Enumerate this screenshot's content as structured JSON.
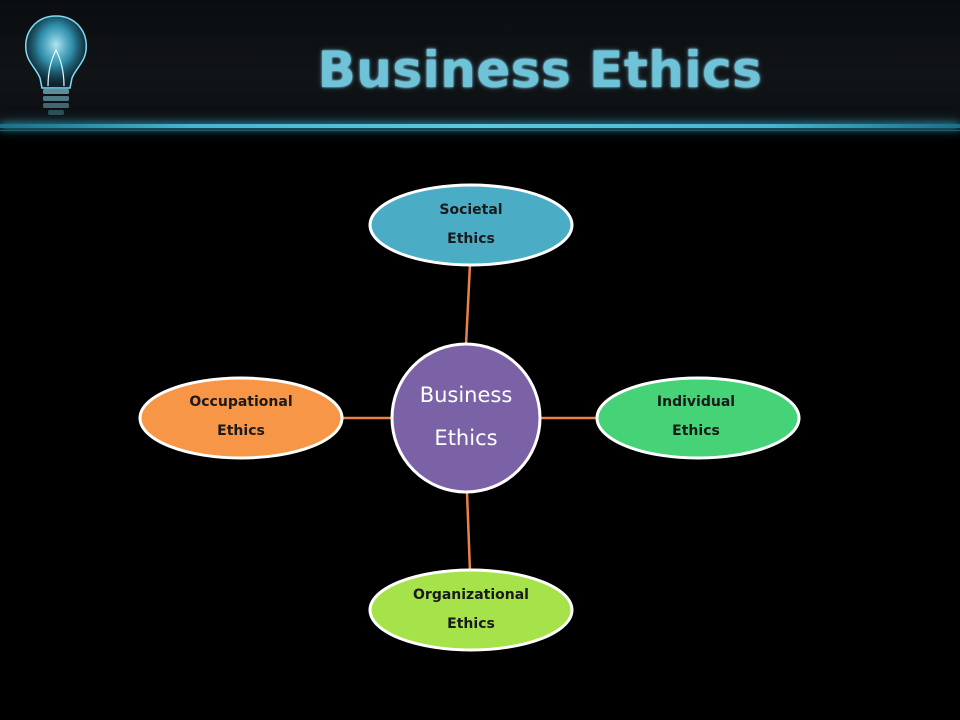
{
  "title": "Business Ethics",
  "diagram": {
    "center": {
      "line1": "Business",
      "line2": "Ethics",
      "fill": "#7b62a6"
    },
    "nodes": {
      "top": {
        "line1": "Societal",
        "line2": "Ethics",
        "fill": "#4bacc6"
      },
      "left": {
        "line1": "Occupational",
        "line2": "Ethics",
        "fill": "#f79646"
      },
      "right": {
        "line1": "Individual",
        "line2": "Ethics",
        "fill": "#46d377"
      },
      "bottom": {
        "line1": "Organizational",
        "line2": "Ethics",
        "fill": "#a6e34b"
      }
    },
    "connector_color": "#e8824a"
  }
}
